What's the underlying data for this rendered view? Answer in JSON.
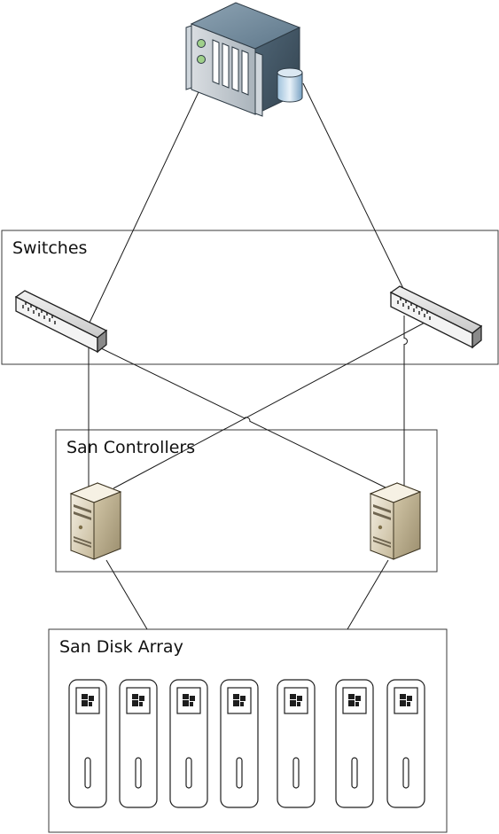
{
  "groups": {
    "switches": {
      "label": "Switches"
    },
    "controllers": {
      "label": "San Controllers"
    },
    "disk_array": {
      "label": "San Disk Array"
    }
  },
  "nodes": {
    "server": {
      "icon": "rack-server-icon"
    },
    "switches": [
      {
        "icon": "network-switch-icon"
      },
      {
        "icon": "network-switch-icon"
      }
    ],
    "controllers": [
      {
        "icon": "tower-server-icon"
      },
      {
        "icon": "tower-server-icon"
      }
    ],
    "disks": [
      {
        "icon": "disk-drive-icon"
      },
      {
        "icon": "disk-drive-icon"
      },
      {
        "icon": "disk-drive-icon"
      },
      {
        "icon": "disk-drive-icon"
      },
      {
        "icon": "disk-drive-icon"
      },
      {
        "icon": "disk-drive-icon"
      },
      {
        "icon": "disk-drive-icon"
      }
    ]
  },
  "colors": {
    "line": "#1a1a1a",
    "box_border": "#3a3a3a",
    "server_body": "#6d8799",
    "controller_body": "#e6dcc3",
    "switch_body": "#d6d6d6"
  }
}
